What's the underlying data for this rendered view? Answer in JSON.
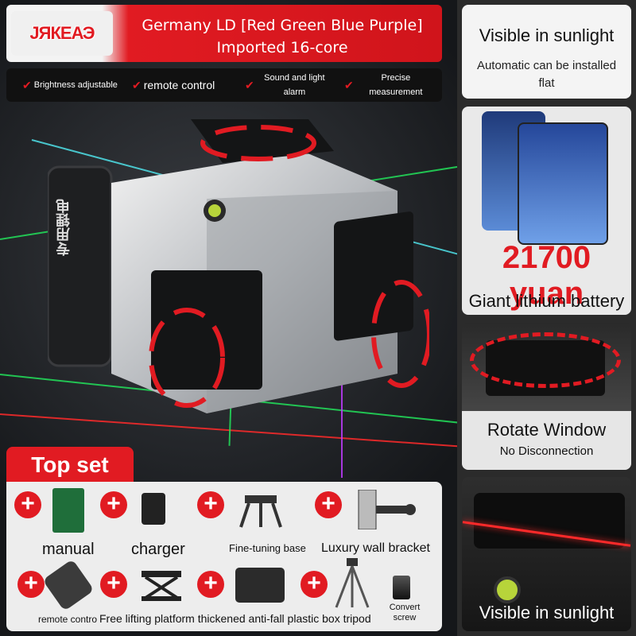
{
  "banner": {
    "logo_text": "ЈЯКЕАЭ",
    "headline": "Germany LD [Red Green Blue Purple] Imported 16-core"
  },
  "features": [
    {
      "label": "Brightness adjustable"
    },
    {
      "label": "remote control"
    },
    {
      "label": "Sound and light alarm"
    },
    {
      "label": "Precise measurement"
    }
  ],
  "device": {
    "battery_label": "专用锂电"
  },
  "top_set": {
    "title": "Top set",
    "items": [
      {
        "label": "manual",
        "icon": "manual-booklet-icon"
      },
      {
        "label": "charger",
        "icon": "charger-icon"
      },
      {
        "label": "Fine-tuning base",
        "icon": "fine-tuning-base-icon"
      },
      {
        "label": "Luxury wall bracket",
        "icon": "wall-bracket-icon"
      },
      {
        "label": "remote contro",
        "icon": "remote-control-icon"
      },
      {
        "label": "Free lifting platform thickened anti-fall plastic box tripod",
        "icon": "lifting-platform-icon"
      },
      {
        "label": "Convert screw",
        "icon": "convert-screw-icon"
      }
    ]
  },
  "side_panels": [
    {
      "title": "Visible in sunlight",
      "subtitle": "Automatic can be installed flat"
    },
    {
      "title": "21700 yuan",
      "subtitle": "Giant lithium battery"
    },
    {
      "title": "Rotate Window",
      "subtitle": "No Disconnection"
    },
    {
      "title": "Visible in sunlight"
    }
  ],
  "colors": {
    "accent_red": "#e11b22",
    "laser_green": "#22e05a",
    "laser_cyan": "#4fe0e8",
    "laser_red": "#ff2a2a",
    "laser_purple": "#c13cff"
  }
}
